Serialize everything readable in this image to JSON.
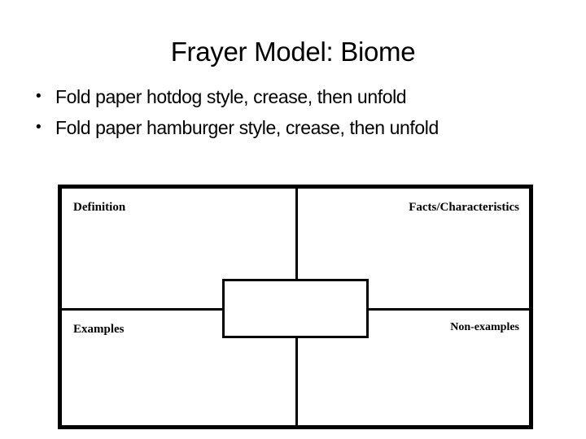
{
  "slide": {
    "title": "Frayer Model: Biome",
    "background_color": "#ffffff",
    "text_color": "#000000"
  },
  "bullets": [
    {
      "marker": "•",
      "text": "Fold paper hotdog style, crease, then unfold"
    },
    {
      "marker": "•",
      "text": "Fold paper hamburger style, crease, then unfold"
    }
  ],
  "frayer_model": {
    "quadrants": [
      {
        "position": "top-left",
        "label": "Definition"
      },
      {
        "position": "top-right",
        "label": "Facts/Characteristics"
      },
      {
        "position": "bottom-left",
        "label": "Examples"
      },
      {
        "position": "bottom-right",
        "label": "Non-examples"
      }
    ],
    "center": {
      "label": ""
    },
    "border_color": "#000000"
  }
}
